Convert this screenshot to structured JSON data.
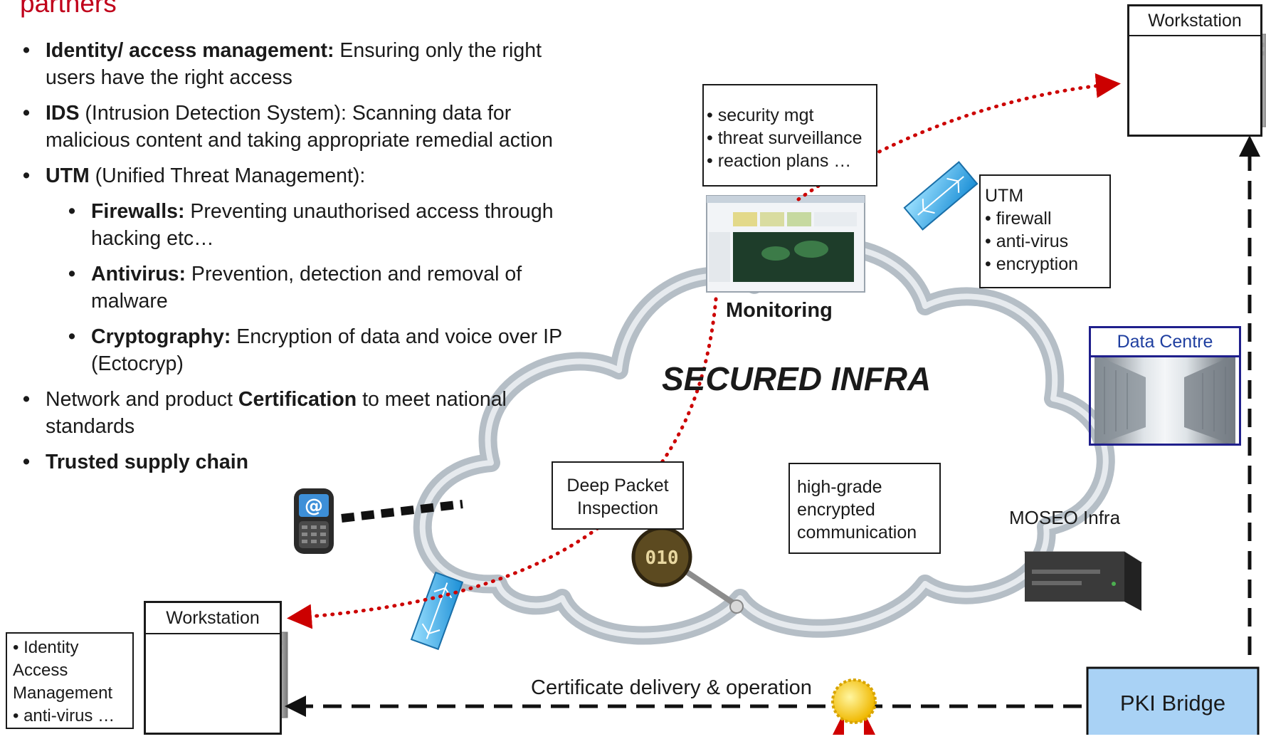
{
  "heading": "partners",
  "bullets": [
    {
      "bold": "Identity/ access management:",
      "text": " Ensuring only the right",
      "cont": "users have the right access"
    },
    {
      "bold": "IDS",
      "text": " (Intrusion Detection System): Scanning data for",
      "cont": "malicious content and taking appropriate remedial action"
    },
    {
      "bold": "UTM",
      "text": " (Unified Threat Management):",
      "cont": ""
    },
    {
      "bold": "Firewalls:",
      "text": " Preventing unauthorised access through",
      "cont": "hacking etc…"
    },
    {
      "bold": "Antivirus:",
      "text": " Prevention, detection and removal of",
      "cont": "malware"
    },
    {
      "bold": "Cryptography:",
      "text": " Encryption of data and voice over IP",
      "cont": "(Ectocryp)"
    },
    {
      "pre": "Network and product ",
      "bold": "Certification",
      "text": " to meet national",
      "cont": "standards"
    },
    {
      "bold": "Trusted supply chain",
      "text": "",
      "cont": ""
    }
  ],
  "monitoring_box": [
    "• security mgt",
    "• threat surveillance",
    "• reaction plans …"
  ],
  "monitoring_label": "Monitoring",
  "utm_box": [
    "UTM",
    "• firewall",
    "• anti-virus",
    "• encryption"
  ],
  "workstation_top": "Workstation",
  "workstation_bottom": "Workstation",
  "data_centre": "Data Centre",
  "secured_infra": "SECURED INFRA",
  "dpi_box": [
    "Deep Packet",
    "Inspection"
  ],
  "encrypted_box": [
    "high-grade",
    "encrypted",
    "communication"
  ],
  "moseo_label": "MOSEO Infra",
  "identity_box": [
    "• Identity",
    "Access",
    "Management",
    "• anti-virus …"
  ],
  "certificate_label": "Certificate delivery & operation",
  "pki_bridge": "PKI Bridge",
  "colors": {
    "heading": "#c0001a",
    "dotted_link": "#cc0000",
    "pki_fill": "#a9d2f5",
    "data_centre_border": "#1f1f8c",
    "cloud": "#b5bec6"
  }
}
